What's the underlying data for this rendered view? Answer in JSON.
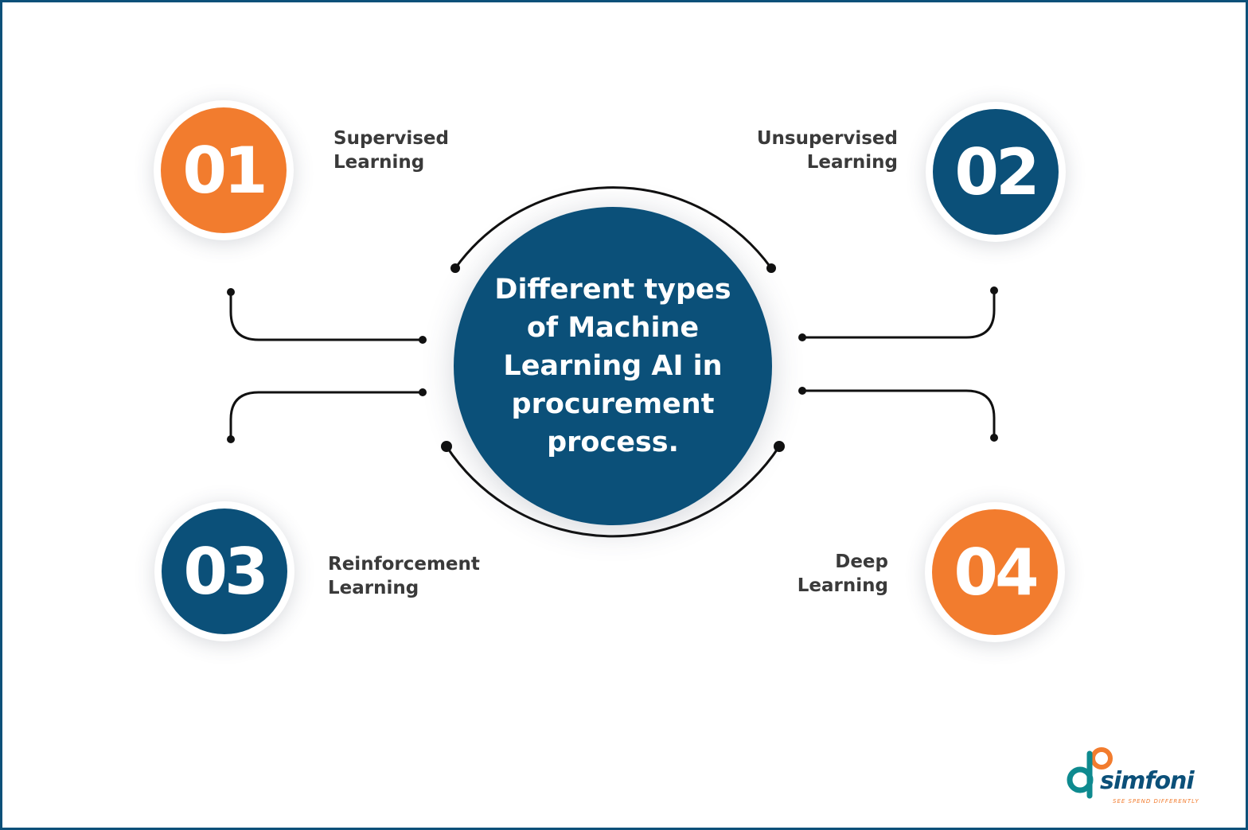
{
  "center": {
    "title": "Different types of Machine Learning AI in procurement process."
  },
  "items": [
    {
      "number": "01",
      "line1": "Supervised",
      "line2": "Learning",
      "color": "#f27c2e"
    },
    {
      "number": "02",
      "line1": "Unsupervised",
      "line2": "Learning",
      "color": "#0b5079"
    },
    {
      "number": "03",
      "line1": "Reinforcement",
      "line2": "Learning",
      "color": "#0b5079"
    },
    {
      "number": "04",
      "line1": "Deep",
      "line2": "Learning",
      "color": "#f27c2e"
    }
  ],
  "logo": {
    "name": "simfoni",
    "tagline": "SEE SPEND DIFFERENTLY"
  },
  "colors": {
    "navy": "#0b5079",
    "orange": "#f27c2e",
    "label": "#3a3a3a",
    "connector": "#111111"
  }
}
